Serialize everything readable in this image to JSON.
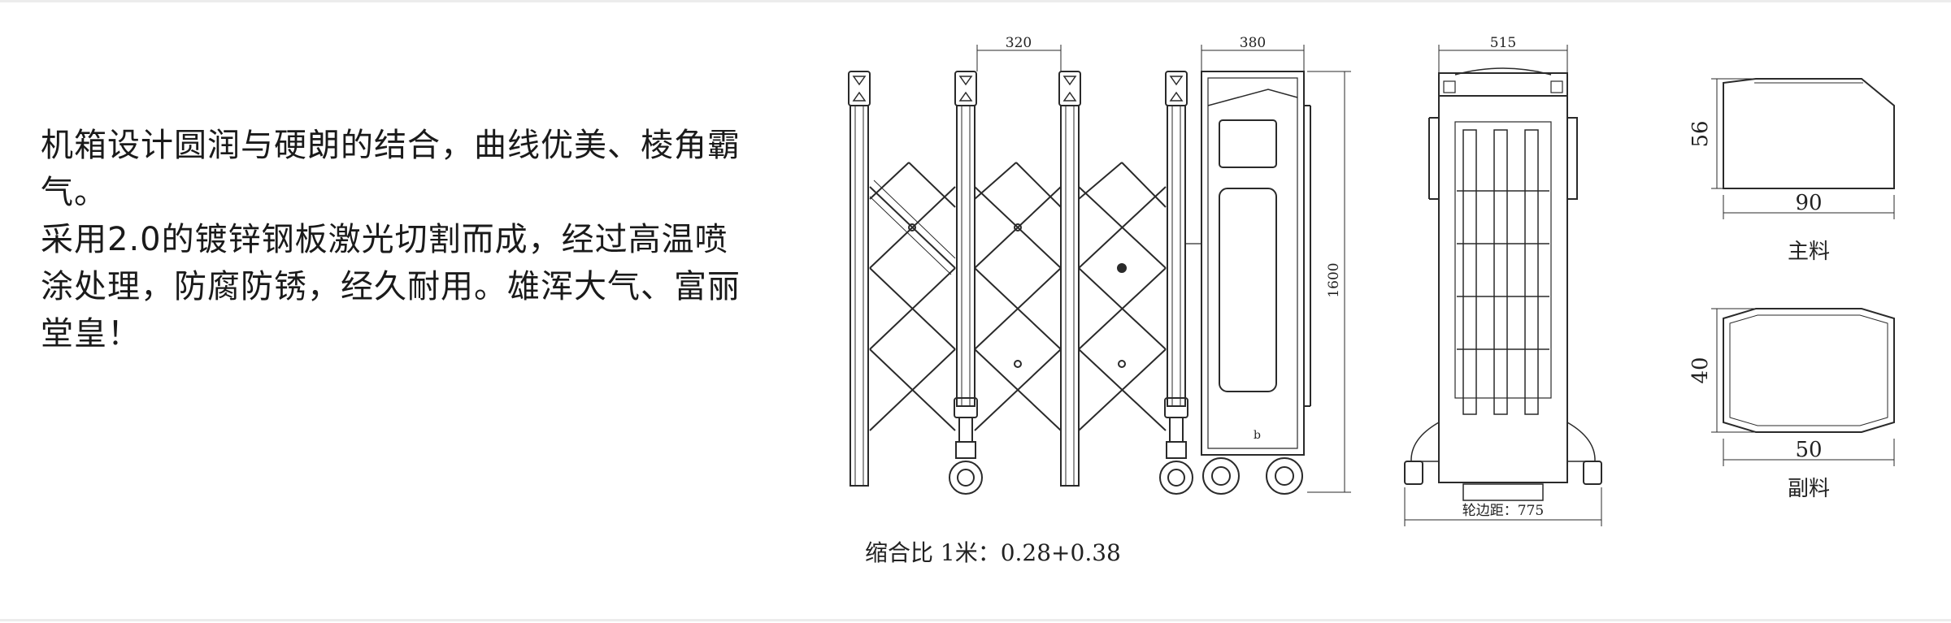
{
  "description": {
    "paragraph1": "机箱设计圆润与硬朗的结合，曲线优美、棱角霸气。",
    "paragraph2": "采用2.0的镀锌钢板激光切割而成，经过高温喷涂处理，防腐防锈，经久耐用。雄浑大气、富丽堂皇！"
  },
  "front_view": {
    "dim_pitch": "320",
    "dim_box_width": "380",
    "dim_height": "1600",
    "box_label": "b"
  },
  "side_view": {
    "dim_width": "515",
    "dim_wheelbase": "轮边距：775"
  },
  "profiles": {
    "main": {
      "height": "56",
      "width": "90",
      "label": "主料"
    },
    "secondary": {
      "height": "40",
      "width": "50",
      "label": "副料"
    }
  },
  "scale_note": "缩合比 1米：0.28+0.38",
  "colors": {
    "line": "#2a2a2a",
    "rule": "#ececec",
    "text": "#1a1a1a"
  }
}
